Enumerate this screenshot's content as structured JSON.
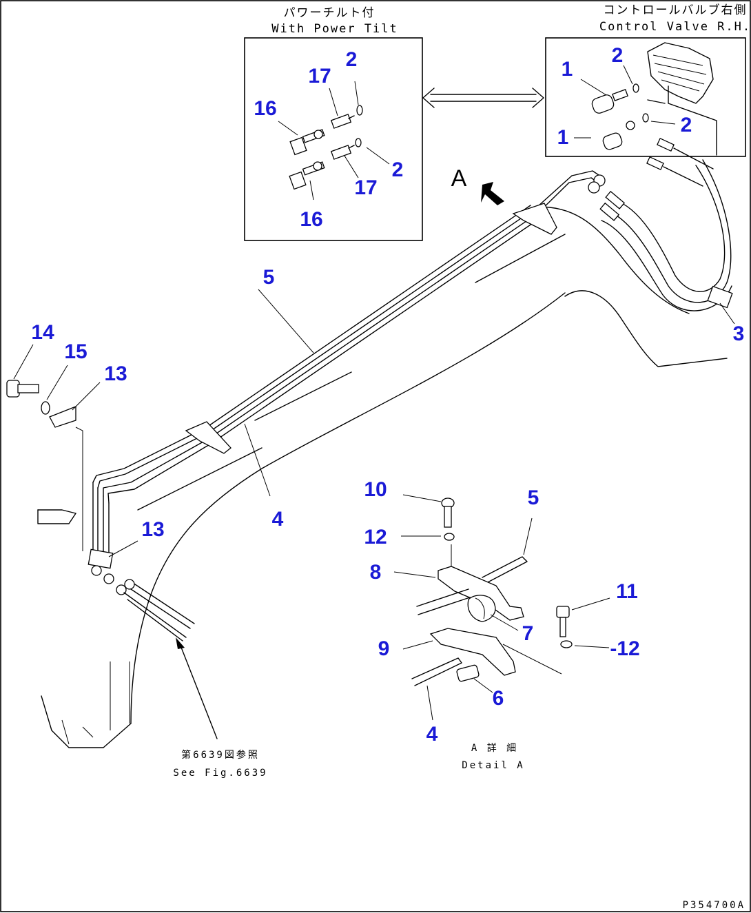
{
  "captions": {
    "power_tilt_jp": "パワーチルト付",
    "power_tilt_en": "With Power Tilt",
    "control_valve_jp": "コントロールバルブ右側",
    "control_valve_en": "Control Valve R.H.",
    "view_marker": "A",
    "see_fig_jp": "第6639図参照",
    "see_fig_en": "See Fig.6639",
    "detail_jp": "A 詳 細",
    "detail_en": "Detail A",
    "drawing_code": "P354700A"
  },
  "callouts": {
    "inset_left": [
      "2",
      "17",
      "16",
      "2",
      "17",
      "16"
    ],
    "inset_right": [
      "1",
      "2",
      "1",
      "2"
    ],
    "main": [
      "5",
      "3",
      "14",
      "15",
      "13",
      "13",
      "4"
    ],
    "detail": [
      "10",
      "5",
      "12",
      "8",
      "11",
      "7",
      "9",
      "-12",
      "6",
      "4"
    ]
  },
  "colors": {
    "callout": "#1a1ad6",
    "line": "#000000"
  }
}
